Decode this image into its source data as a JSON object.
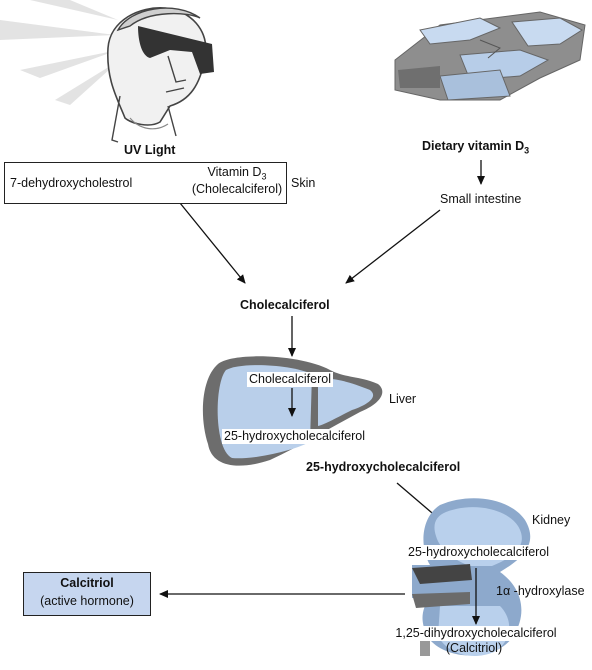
{
  "uv": {
    "title": "UV Light"
  },
  "skin_box": {
    "left": "7-dehydroxycholestrol",
    "right_line1": "Vitamin D",
    "right_sub": "3",
    "right_line2": "(Cholecalciferol)"
  },
  "skin_label": "Skin",
  "dietary": {
    "title": "Dietary vitamin D",
    "sub": "3"
  },
  "small_intestine": "Small intestine",
  "cholecalciferol_center": "Cholecalciferol",
  "liver": {
    "label": "Liver",
    "top_text": "Cholecalciferol",
    "bottom_text": "25-hydroxycholecalciferol"
  },
  "mid_25": "25-hydroxycholecalciferol",
  "kidney": {
    "label": "Kidney",
    "top_text": "25-hydroxycholecalciferol",
    "enzyme_prefix": "1",
    "enzyme_alpha": "α",
    "enzyme_suffix": " -hydroxylase",
    "bottom_text1": "1,25-dihydroxycholecalciferol",
    "bottom_text2": "(Calcitriol)"
  },
  "calcitriol": {
    "title": "Calcitriol",
    "subtitle": "(active hormone)"
  },
  "colors": {
    "blue": "#a9c6e8",
    "gray": "#7d7d7d",
    "dark": "#555555",
    "box_fill": "#c6d6ef"
  }
}
